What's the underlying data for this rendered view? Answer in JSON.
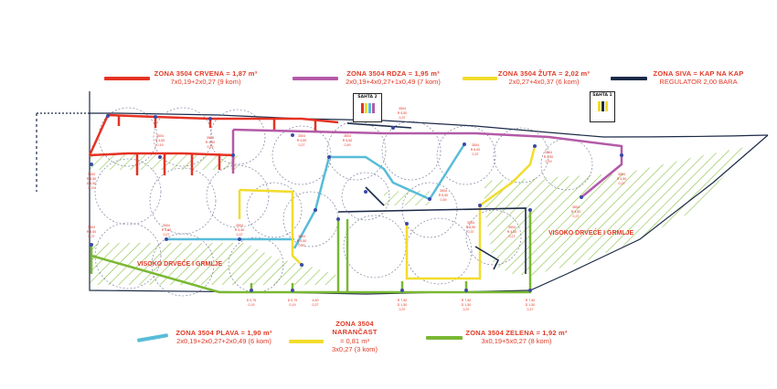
{
  "legend": {
    "red": {
      "title": "ZONA 3504 CRVENA = 1,87 m³",
      "detail": "7x0,19+2x0,27 (9 kom)",
      "color": "#e53223"
    },
    "rdza": {
      "title": "ZONA 3504 RDZA = 1,95 m³",
      "detail": "2x0,19+4x0,27+1x0,49 (7 kom)",
      "color": "#b45aa8"
    },
    "zuta": {
      "title": "ZONA 3504 ŽUTA = 2,02 m³",
      "detail": "2x0,27+4x0,37 (6 kom)",
      "color": "#f2dc2c"
    },
    "siva": {
      "title": "ZONA SIVA = KAP NA KAP",
      "detail": "REGULATOR 2,00 BARA",
      "color": "#1c2a48"
    },
    "plava": {
      "title": "ZONA 3504 PLAVA = 1,90 m³",
      "detail": "2x0,19+2x0,27+2x0,49 (6 kom)",
      "color": "#58bcd8"
    },
    "narancast": {
      "title": "ZONA 3504",
      "title2": "NARANČAST",
      "value": "= 0,81 m³",
      "detail": "3x0,27 (3 kom)",
      "color": "#f2dc2c"
    },
    "zelena": {
      "title": "ZONA 3504 ZELENA = 1,92 m³",
      "detail": "3x0,19+5x0,27 (8 kom)",
      "color": "#7ab833"
    }
  },
  "shafts": {
    "s2": {
      "label": "ŠAHTA 2",
      "bars": [
        "#e53223",
        "#f2dc2c",
        "#58bcd8",
        "#b45aa8"
      ]
    },
    "s1": {
      "label": "ŠAHTA 1",
      "bars": [
        "#f2dc2c",
        "#1c2a48",
        "#f2dc2c"
      ]
    }
  },
  "areas": {
    "label_left": "VISOKO DRVEĆE I GRMLJE",
    "label_right": "VISOKO DRVEĆE I GRMLJE"
  }
}
